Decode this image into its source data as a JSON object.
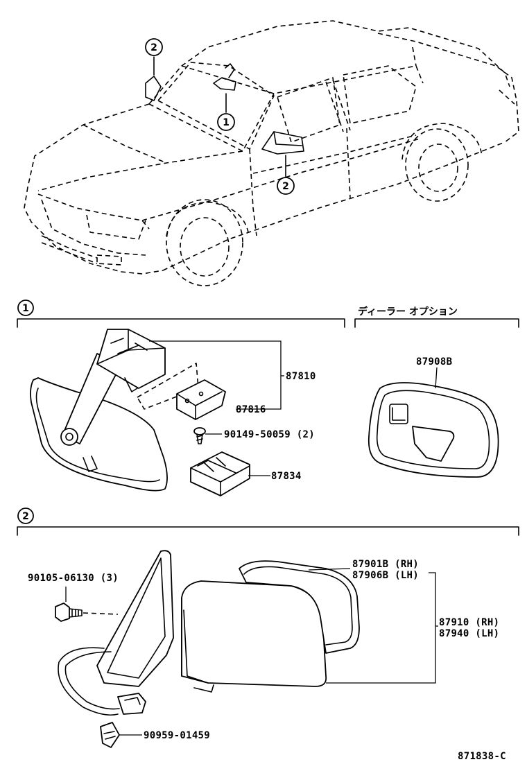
{
  "callouts": {
    "c1": "1",
    "c2": "2"
  },
  "section1": {
    "marker": "1",
    "dealer_option": "ディーラー オプション",
    "parts": {
      "p87810": "87810",
      "p87816": "87816",
      "p90149": "90149-50059 (2)",
      "p87834": "87834",
      "p87908B": "87908B"
    }
  },
  "section2": {
    "marker": "2",
    "parts": {
      "p90105": "90105-06130 (3)",
      "p87901": "87901B (RH)",
      "p87906": "87906B (LH)",
      "p87910": "87910 (RH)",
      "p87940": "87940 (LH)",
      "p90959": "90959-01459"
    }
  },
  "diagram_code": "871838-C"
}
